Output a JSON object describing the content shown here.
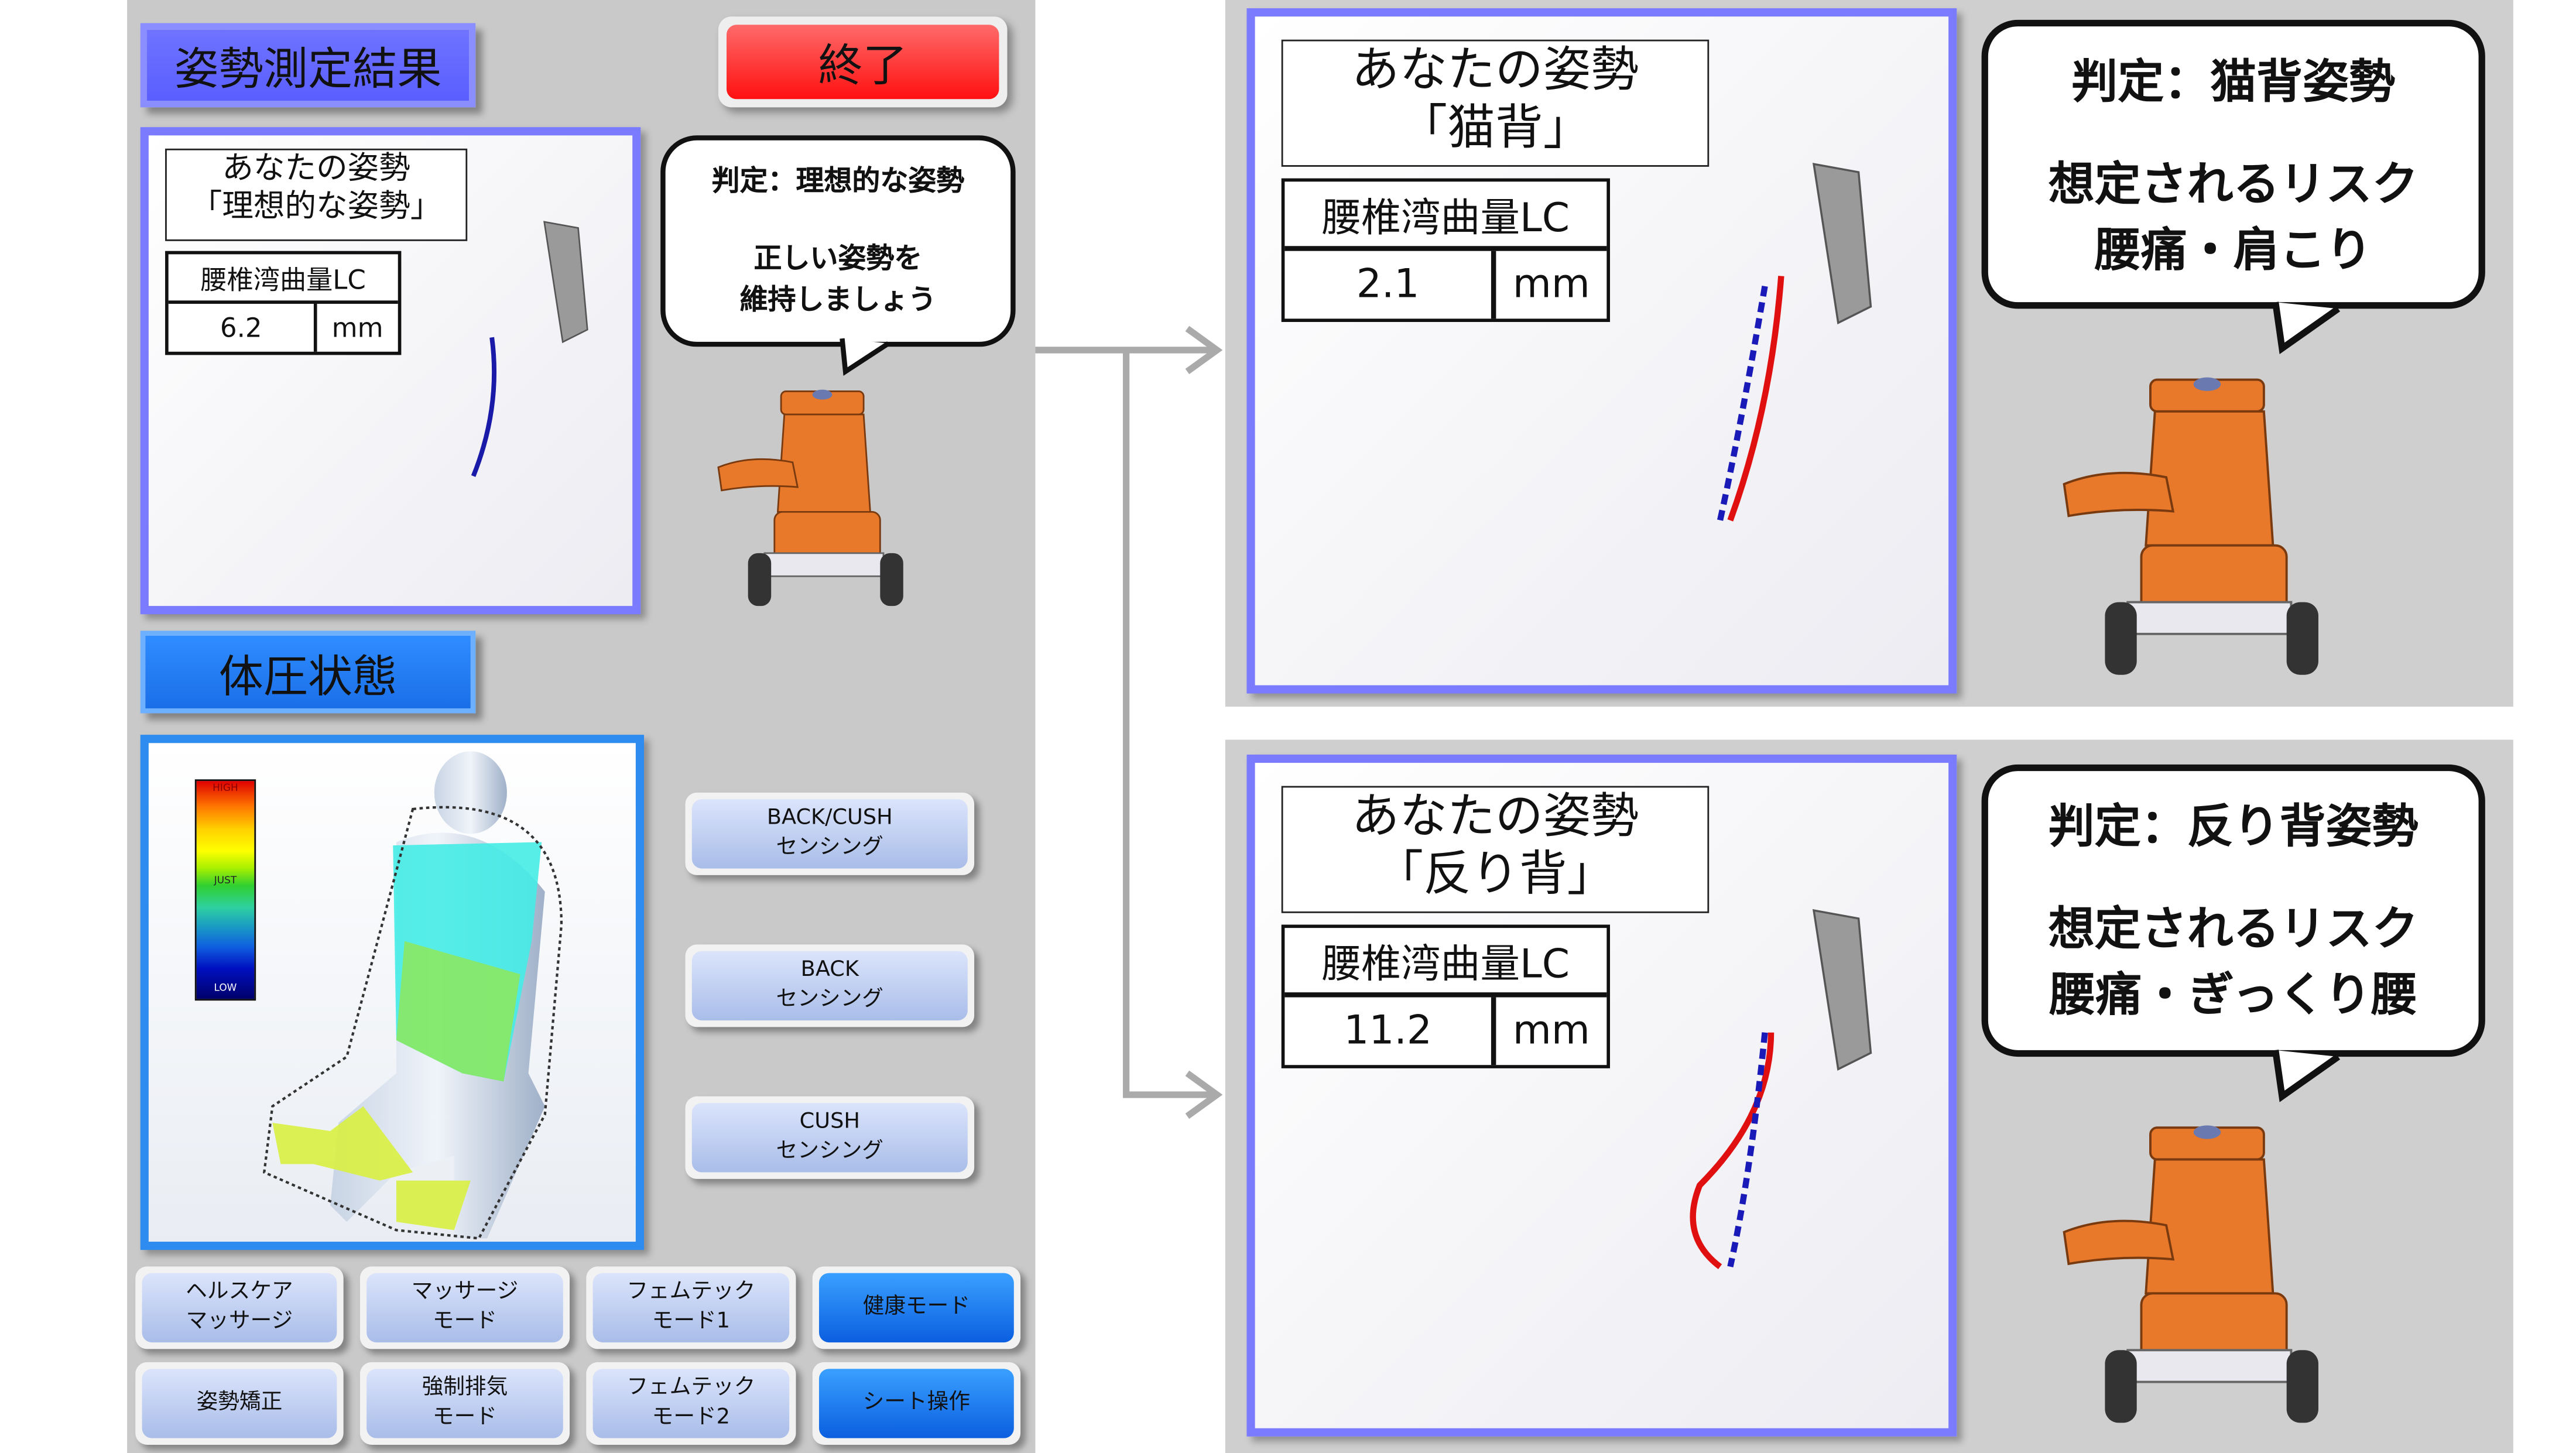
{
  "left": {
    "title": "姿勢測定結果",
    "end_button": "終了",
    "posture": {
      "heading_line1": "あなたの姿勢",
      "heading_line2": "「理想的な姿勢」",
      "metric_label": "腰椎湾曲量LC",
      "value": "6.2",
      "unit": "mm",
      "line_color": "#1a1aa8"
    },
    "judgement": {
      "line1": "判定：理想的な姿勢",
      "line2": "正しい姿勢を",
      "line3": "維持しましょう"
    },
    "pressure_title": "体圧状態",
    "legend": {
      "high": "HIGH",
      "just": "JUST",
      "low": "LOW"
    },
    "sensing_buttons": [
      {
        "line1": "BACK/CUSH",
        "line2": "センシング"
      },
      {
        "line1": "BACK",
        "line2": "センシング"
      },
      {
        "line1": "CUSH",
        "line2": "センシング"
      }
    ],
    "mode_buttons": [
      {
        "label": "ヘルスケア\nマッサージ",
        "active": false
      },
      {
        "label": "マッサージ\nモード",
        "active": false
      },
      {
        "label": "フェムテック\nモード1",
        "active": false
      },
      {
        "label": "健康モード",
        "active": true
      },
      {
        "label": "姿勢矯正",
        "active": false
      },
      {
        "label": "強制排気\nモード",
        "active": false
      },
      {
        "label": "フェムテック\nモード2",
        "active": false
      },
      {
        "label": "シート操作",
        "active": true
      }
    ]
  },
  "cases": [
    {
      "heading_line1": "あなたの姿勢",
      "heading_line2": "「猫背」",
      "metric_label": "腰椎湾曲量LC",
      "value": "2.1",
      "unit": "mm",
      "judgement": "判定：猫背姿勢",
      "risk_title": "想定されるリスク",
      "risks": "腰痛・肩こり"
    },
    {
      "heading_line1": "あなたの姿勢",
      "heading_line2": "「反り背」",
      "metric_label": "腰椎湾曲量LC",
      "value": "11.2",
      "unit": "mm",
      "judgement": "判定：反り背姿勢",
      "risk_title": "想定されるリスク",
      "risks": "腰痛・ぎっくり腰"
    }
  ],
  "colors": {
    "accent": "#5a5eff",
    "end": "#ff2020",
    "active_button": "#0b6fe8",
    "robot": "#e8782a"
  }
}
